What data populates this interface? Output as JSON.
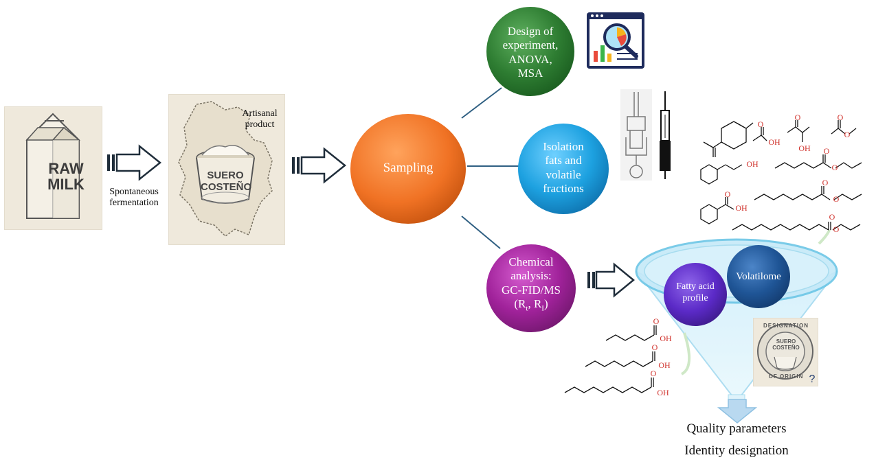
{
  "steps": {
    "raw_milk": {
      "line1": "RAW",
      "line2": "MILK"
    },
    "fermentation_label": "Spontaneous\nfermentation",
    "artisanal_label": "Artisanal\nproduct",
    "product_lid": {
      "line1": "SUERO",
      "line2": "COSTEÑO"
    },
    "sampling": "Sampling"
  },
  "branches": {
    "design": "Design of\nexperiment,\nANOVA,\nMSA",
    "isolation": "Isolation\nfats and\nvolatile\nfractions",
    "chemical": {
      "line1": "Chemical",
      "line2": "analysis:",
      "line3": "GC-FID/MS",
      "rt": "(R",
      "rt_sub": "t",
      "ri_sep": ", R",
      "ri_sub": "I",
      "close": ")"
    }
  },
  "funnel": {
    "fatty_acid": "Fatty acid\nprofile",
    "volatilome": "Volatilome"
  },
  "seal": {
    "top_text": "DESIGNATION",
    "bottom_text": "OF ORIGIN",
    "center1": "SUERO",
    "center2": "COSTEÑO",
    "question": "?"
  },
  "outputs": {
    "quality": "Quality parameters",
    "identity": "Identity designation"
  },
  "chem_labels": {
    "oh": "OH",
    "o": "O"
  },
  "colors": {
    "design_green": "#2e7d32",
    "isolation_blue": "#1da1e0",
    "chemical_purple": "#a0229a",
    "sampling_orange": "#f07224",
    "fatty_violet": "#5b2ac7",
    "volatilome_navy": "#1f5596",
    "arrow_dark": "#1f2d3a",
    "line_blue": "#2f5f82",
    "oxygen_red": "#d0302a"
  }
}
